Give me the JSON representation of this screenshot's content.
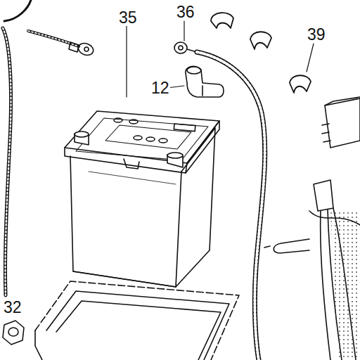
{
  "diagram": {
    "labels": [
      "35",
      "36",
      "39",
      "12",
      "32"
    ]
  }
}
